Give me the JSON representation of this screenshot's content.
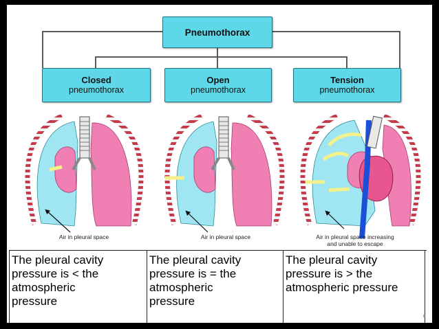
{
  "tree": {
    "root": {
      "line1": "Pneumothorax"
    },
    "types": [
      {
        "line1": "Closed",
        "line2": "pneumothorax"
      },
      {
        "line1": "Open",
        "line2": "pneumothorax"
      },
      {
        "line1": "Tension",
        "line2": "pneumothorax"
      }
    ]
  },
  "captions": [
    {
      "text": "Air in pleural space"
    },
    {
      "text": "Air in pleural space"
    },
    {
      "line1": "Air in pleural space increasing",
      "line2": "and unable to escape"
    }
  ],
  "table": {
    "cells": [
      "The pleural cavity\npressure is < the\natmospheric\npressure",
      "The pleural cavity\npressure is = the\natmospheric\npressure",
      "The pleural cavity\npressure is > the\natmospheric pressure"
    ]
  },
  "page_number": "8",
  "colors": {
    "box": "#5ed8e8",
    "lung": "#f07fb4",
    "pleural_air": "#9fe6f2",
    "arrow": "#f4f08a",
    "vessel": "#1b4fd8"
  }
}
